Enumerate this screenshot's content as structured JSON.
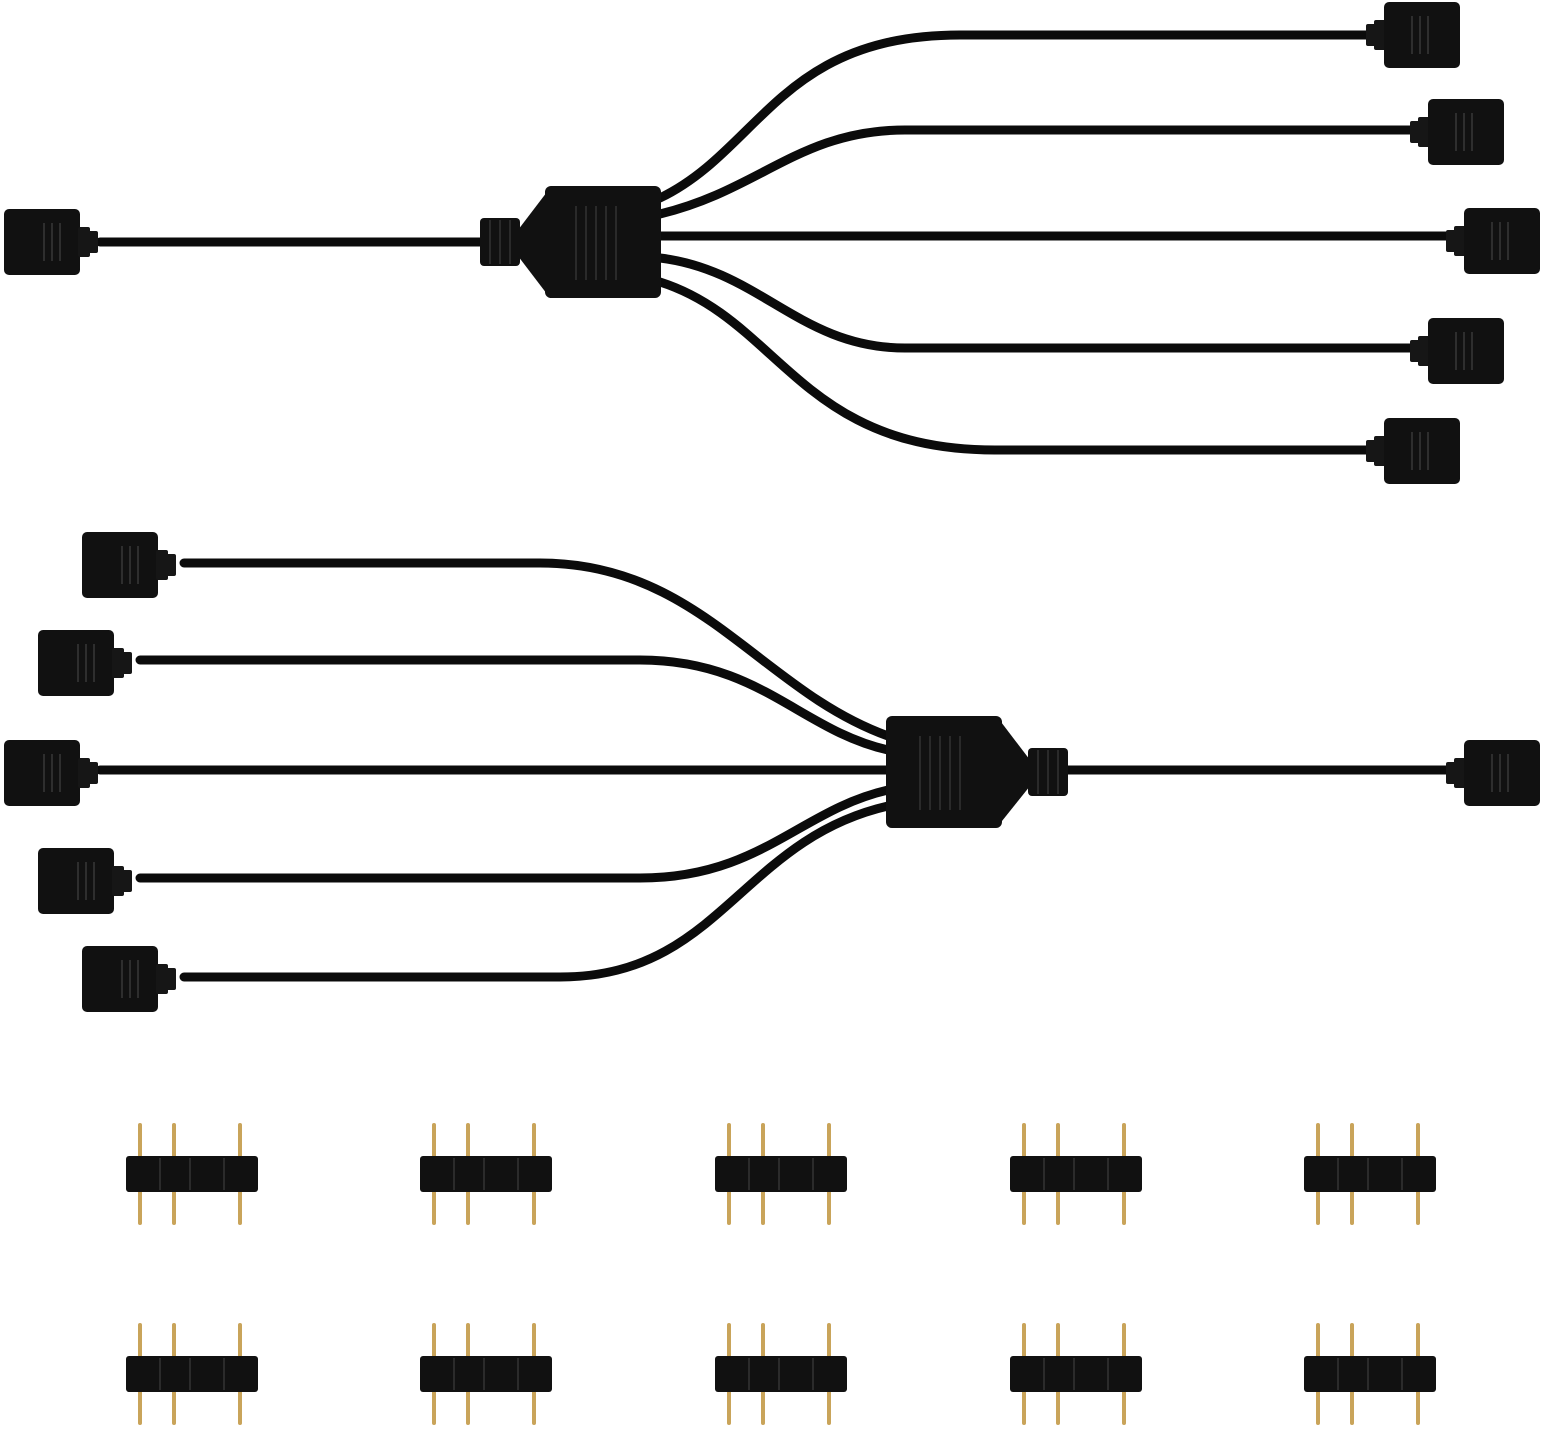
{
  "scene": {
    "subject": "rgb-splitter-cable-kit",
    "colors": {
      "background": "#ffffff",
      "cable": "#0b0b0b",
      "connector": "#111111",
      "pin": "#c9a45a"
    },
    "splitters": [
      {
        "name": "splitter-top",
        "inputs": 1,
        "outputs": 5
      },
      {
        "name": "splitter-bottom",
        "inputs": 1,
        "outputs": 5
      }
    ],
    "adapters": {
      "count": 10,
      "pins_each": 3
    }
  }
}
